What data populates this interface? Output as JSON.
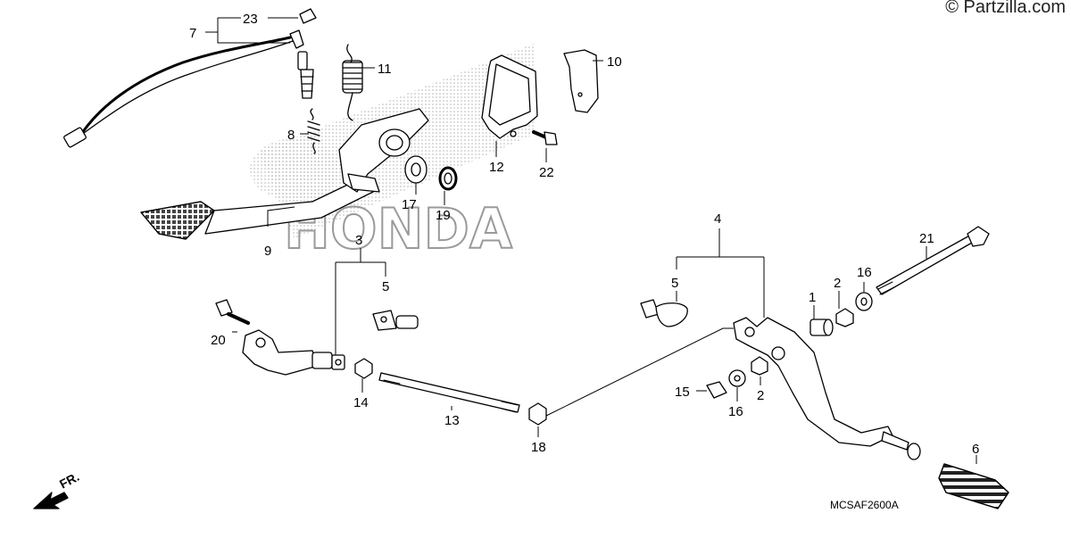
{
  "copyright": "© Partzilla.com",
  "watermark": "HONDA",
  "diagram_code": "MCSAF2600A",
  "front_marker": "FR.",
  "labels": {
    "p1": "1",
    "p2a": "2",
    "p2b": "2",
    "p3": "3",
    "p4": "4",
    "p5a": "5",
    "p5b": "5",
    "p6": "6",
    "p7": "7",
    "p8": "8",
    "p9": "9",
    "p10": "10",
    "p11": "11",
    "p12": "12",
    "p13": "13",
    "p14": "14",
    "p15": "15",
    "p16a": "16",
    "p16b": "16",
    "p17": "17",
    "p18": "18",
    "p19": "19",
    "p20": "20",
    "p21": "21",
    "p22": "22",
    "p23": "23"
  },
  "colors": {
    "line": "#000000",
    "watermark": "#9a9a9a",
    "background": "#ffffff"
  }
}
